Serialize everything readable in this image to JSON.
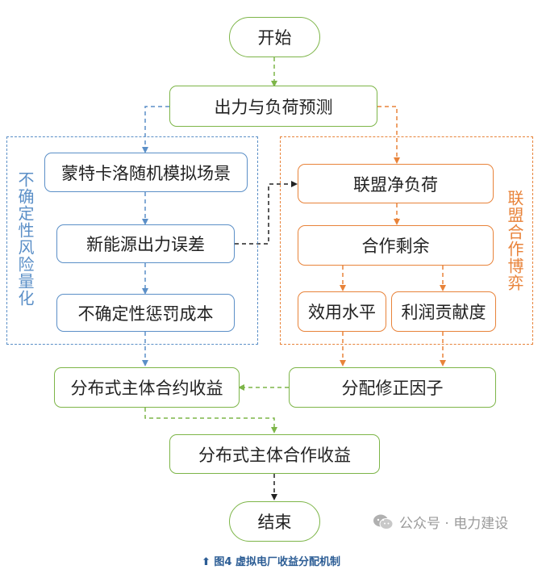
{
  "nodes": {
    "start": "开始",
    "forecast": "出力与负荷预测",
    "monte_carlo": "蒙特卡洛随机模拟场景",
    "renewable_error": "新能源出力误差",
    "uncertainty_cost": "不确定性惩罚成本",
    "alliance_net_load": "联盟净负荷",
    "cooperative_surplus": "合作剩余",
    "utility_level": "效用水平",
    "profit_contribution": "利润贡献度",
    "contract_revenue": "分布式主体合约收益",
    "correction_factor": "分配修正因子",
    "cooperative_revenue": "分布式主体合作收益",
    "end": "结束"
  },
  "groups": {
    "uncertainty_risk": "不确定性风险量化",
    "alliance_game": "联盟合作博弈"
  },
  "caption": {
    "arrow": "⬆",
    "text": "图4 虚拟电厂收益分配机制"
  },
  "watermark": "公众号 · 电力建设",
  "colors": {
    "green": "#7db548",
    "blue": "#5b8fc7",
    "orange": "#e8833a",
    "black": "#222222",
    "caption": "#2b5c94"
  }
}
